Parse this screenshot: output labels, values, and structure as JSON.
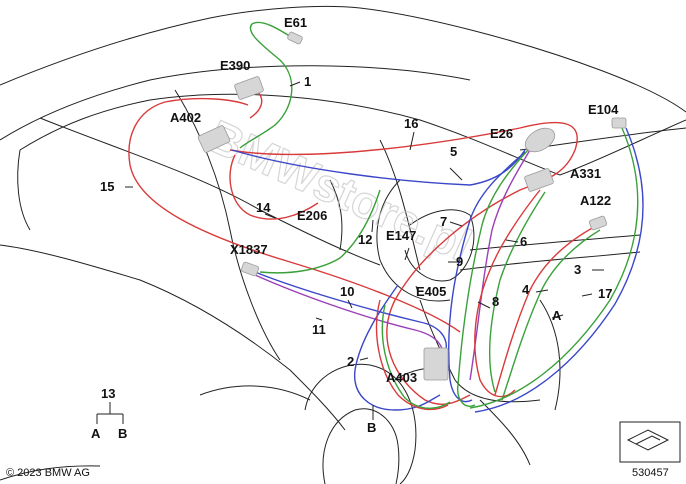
{
  "diagram": {
    "labels": {
      "e61": "E61",
      "e390": "E390",
      "n1": "1",
      "a402": "A402",
      "n16": "16",
      "e104": "E104",
      "e26": "E26",
      "n5": "5",
      "a331": "A331",
      "n15": "15",
      "a122": "A122",
      "n14": "14",
      "e206": "E206",
      "n7": "7",
      "n6": "6",
      "n12": "12",
      "e147": "E147",
      "x1837": "X1837",
      "n9": "9",
      "n3": "3",
      "n4": "4",
      "n17": "17",
      "e405": "E405",
      "n10": "10",
      "n8": "8",
      "nA_right": "A",
      "n11": "11",
      "n2": "2",
      "a403": "A403",
      "n13": "13",
      "nA_legend": "A",
      "nB_legend": "B",
      "nB_bottom": "B"
    },
    "watermark": "BMWstore.pl",
    "copyright": "© 2023 BMW AG",
    "diagram_number": "530457",
    "wire_colors": {
      "red": "#d93a3a",
      "green": "#3aa03a",
      "blue": "#3b47c9",
      "purple": "#9b3fb8"
    }
  }
}
